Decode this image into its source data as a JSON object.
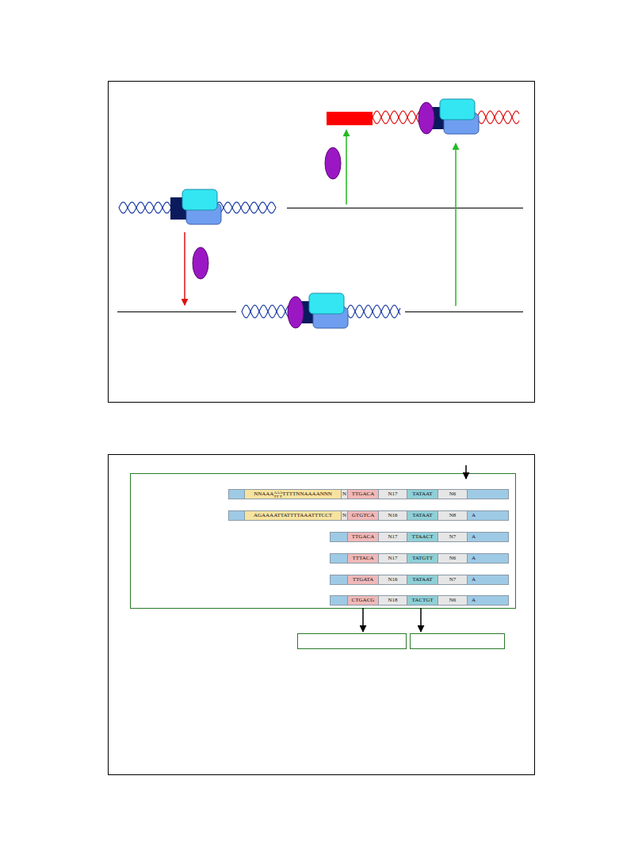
{
  "diagram": {
    "nodes": [
      {
        "text": [
          "NNAAA",
          "AA",
          "TT",
          "A",
          "T",
          "TTTTNNAAAANNN"
        ]
      },
      {
        "text": [
          "N"
        ]
      },
      {
        "text": [
          "TTGACA"
        ]
      },
      {
        "text": [
          "N17"
        ]
      },
      {
        "text": [
          "TATAAT"
        ]
      },
      {
        "text": [
          "N6"
        ]
      },
      {
        "text": [
          "AGAAAATTATTTTAAATTTCCT"
        ]
      },
      {
        "text": [
          "N"
        ]
      },
      {
        "text": [
          "GTGTCA"
        ]
      },
      {
        "text": [
          "N16"
        ]
      },
      {
        "text": [
          "TATAAT"
        ]
      },
      {
        "text": [
          "N8"
        ]
      },
      {
        "text": [
          "A"
        ]
      },
      {
        "text": [
          "TTGACA"
        ]
      },
      {
        "text": [
          "N17"
        ]
      },
      {
        "text": [
          "TTAACT"
        ]
      },
      {
        "text": [
          "N7"
        ]
      },
      {
        "text": [
          "A"
        ]
      },
      {
        "text": [
          "TTTACA"
        ]
      },
      {
        "text": [
          "N17"
        ]
      },
      {
        "text": [
          "TATGTT"
        ]
      },
      {
        "text": [
          "N6"
        ]
      },
      {
        "text": [
          "A"
        ]
      },
      {
        "text": [
          "TTGATA"
        ]
      },
      {
        "text": [
          "N16"
        ]
      },
      {
        "text": [
          "TATAAT"
        ]
      },
      {
        "text": [
          "N7"
        ]
      },
      {
        "text": [
          "A"
        ]
      },
      {
        "text": [
          "CTGACG"
        ]
      },
      {
        "text": [
          "N18"
        ]
      },
      {
        "text": [
          "TACTGT"
        ]
      },
      {
        "text": [
          "N6"
        ]
      },
      {
        "text": [
          "A"
        ]
      }
    ]
  }
}
